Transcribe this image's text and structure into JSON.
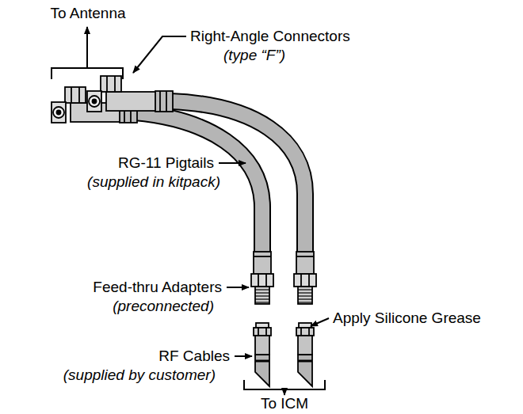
{
  "diagram": {
    "labels": [
      "To Antenna",
      "Right-Angle Connectors",
      "(type “F”)",
      "RG-11 Pigtails",
      "(supplied in kitpack)",
      "Feed-thru Adapters",
      "(preconnected)",
      "Apply Silicone Grease",
      "RF Cables",
      "(supplied by customer)",
      "To ICM"
    ]
  }
}
